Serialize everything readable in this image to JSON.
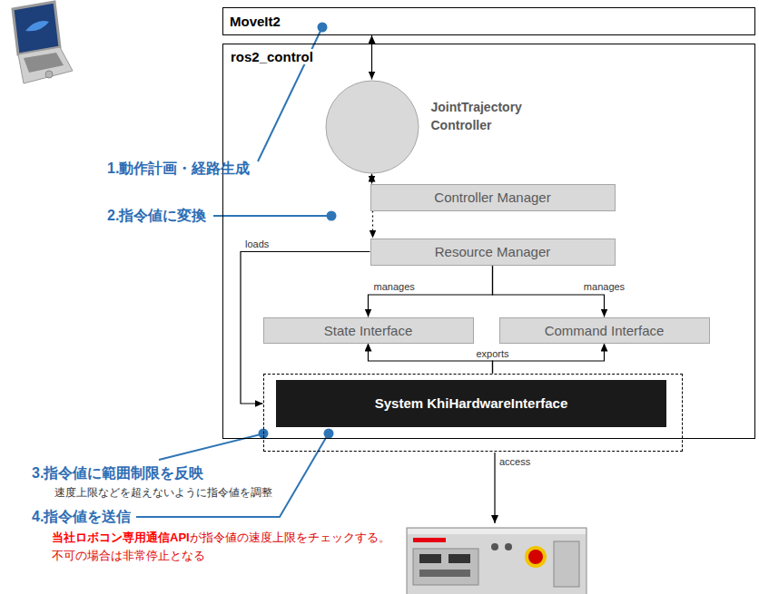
{
  "diagram": {
    "nodes": [
      {
        "text": [
          "MoveIt2"
        ]
      },
      {
        "text": [
          "ros2_control"
        ]
      },
      {
        "text": [
          "JointTrajectory Controller"
        ],
        "in": 1
      },
      {
        "text": [
          "Controller Manager"
        ],
        "in": 1
      },
      {
        "text": [
          "Resource Manager"
        ],
        "in": 1
      },
      {
        "text": [
          "State Interface"
        ],
        "in": 1
      },
      {
        "text": [
          "Command Interface"
        ],
        "in": 1
      },
      {
        "text": [
          "System KhiHardwareInterface"
        ],
        "in": 1
      }
    ],
    "edges": [
      {
        "from": 0,
        "to": 2,
        "arrow": "both"
      },
      {
        "from": 2,
        "to": 3,
        "arrow": "both"
      },
      {
        "from": 3,
        "to": 4,
        "arrow": "to"
      },
      {
        "from": 4,
        "to": 7,
        "arrow": "to",
        "label": "loads"
      },
      {
        "from": 4,
        "to": 5,
        "arrow": "to",
        "label": "manages"
      },
      {
        "from": 4,
        "to": 6,
        "arrow": "to",
        "label": "manages"
      },
      {
        "from": 7,
        "to": 5,
        "arrow": "to",
        "label": "exports"
      },
      {
        "from": 7,
        "to": 6,
        "arrow": "to"
      }
    ],
    "labels": [
      "1.動作計画・経路生成",
      "2.指令値に変換",
      "3.指令値に範囲制限を反映",
      "速度上限などを超えないように指令値を調整",
      "4.指令値を送信",
      "当社ロボコン専用通信API",
      "が指令値の速度上限をチェックする。",
      "不可の場合は非常停止となる",
      "access"
    ]
  }
}
